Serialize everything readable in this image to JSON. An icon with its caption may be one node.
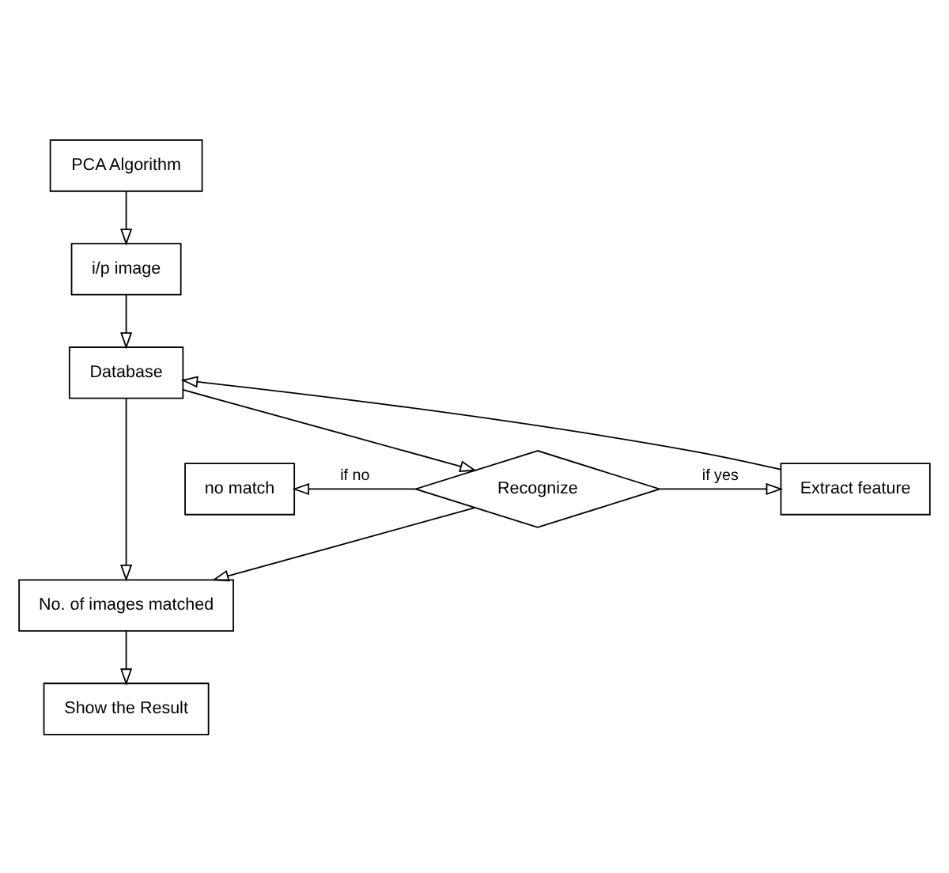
{
  "diagram": {
    "nodes": [
      {
        "text": [
          "PCA Algorithm"
        ]
      },
      {
        "text": [
          "i/p image"
        ]
      },
      {
        "text": [
          "Database"
        ]
      },
      {
        "text": [
          "Recognize"
        ]
      },
      {
        "text": [
          "no match"
        ]
      },
      {
        "text": [
          "Extract feature"
        ]
      },
      {
        "text": [
          "No. of images matched"
        ]
      },
      {
        "text": [
          "Show the Result"
        ]
      }
    ],
    "edges": [
      {
        "from": 0,
        "to": 1,
        "arrow": "to"
      },
      {
        "from": 1,
        "to": 2,
        "arrow": "to"
      },
      {
        "from": 2,
        "to": 3,
        "arrow": "to"
      },
      {
        "from": 3,
        "to": 4,
        "arrow": "to",
        "label": "if no"
      },
      {
        "from": 3,
        "to": 5,
        "arrow": "to",
        "label": "if yes"
      },
      {
        "from": 5,
        "to": 2,
        "arrow": "to"
      },
      {
        "from": 2,
        "to": 6,
        "arrow": "to"
      },
      {
        "from": 3,
        "to": 6,
        "arrow": "to"
      },
      {
        "from": 6,
        "to": 7,
        "arrow": "to"
      }
    ]
  }
}
